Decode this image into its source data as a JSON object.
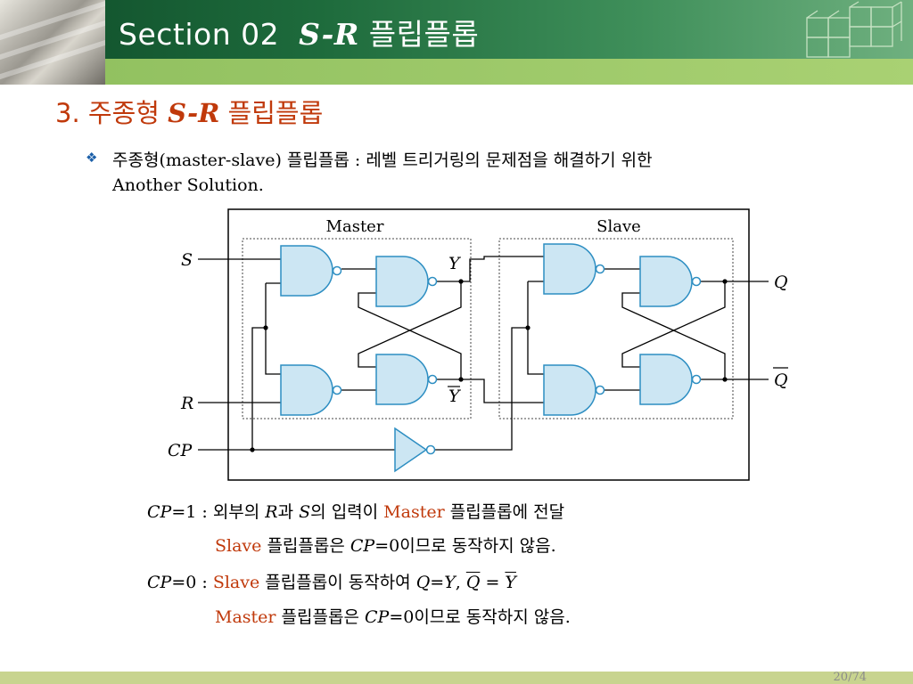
{
  "header": {
    "section_prefix": "Section 02",
    "section_sr": "S-R",
    "section_suffix": "플립플롭"
  },
  "subtitle": {
    "num": "3. 주종형",
    "sr": "S-R",
    "rest": "플립플롭"
  },
  "bullet": {
    "part1": "주종형(master-slave) 플립플롭 : 레벨 트리거링의 문제점을 해결하기 위한",
    "part2": "Another Solution."
  },
  "diagram": {
    "labels": {
      "master": "Master",
      "slave": "Slave",
      "s": "S",
      "r": "R",
      "cp": "CP",
      "y": "Y",
      "ybar": "Y",
      "q": "Q",
      "qbar": "Q"
    },
    "colors": {
      "gate_fill": "#cce6f3",
      "gate_stroke": "#2d8ec2",
      "wire": "#000000",
      "title_red": "#c0390b",
      "header_green": "#1e6b3c"
    }
  },
  "notes": {
    "line1": {
      "cp": "CP",
      "eq1": "=1 : 외부의 ",
      "r": "R",
      "mid": "과 ",
      "s": "S",
      "end": "의 입력이 ",
      "master": "Master",
      "tail": " 플립플롭에 전달"
    },
    "line2": {
      "slave": "Slave",
      "mid": " 플립플롭은 ",
      "cp": "CP",
      "end": "=0이므로 동작하지 않음."
    },
    "line3": {
      "cp": "CP",
      "eq": "=0 : ",
      "slave": "Slave",
      "mid": " 플립플롭이 동작하여 ",
      "q": "Q",
      "eqy": "=",
      "y": "Y",
      "comma": ", ",
      "qbar": "Q",
      "equals": " = ",
      "ybar": "Y"
    },
    "line4": {
      "master": "Master",
      "mid": " 플립플롭은 ",
      "cp": "CP",
      "end": "=0이므로 동작하지 않음."
    }
  },
  "page": "20/74"
}
